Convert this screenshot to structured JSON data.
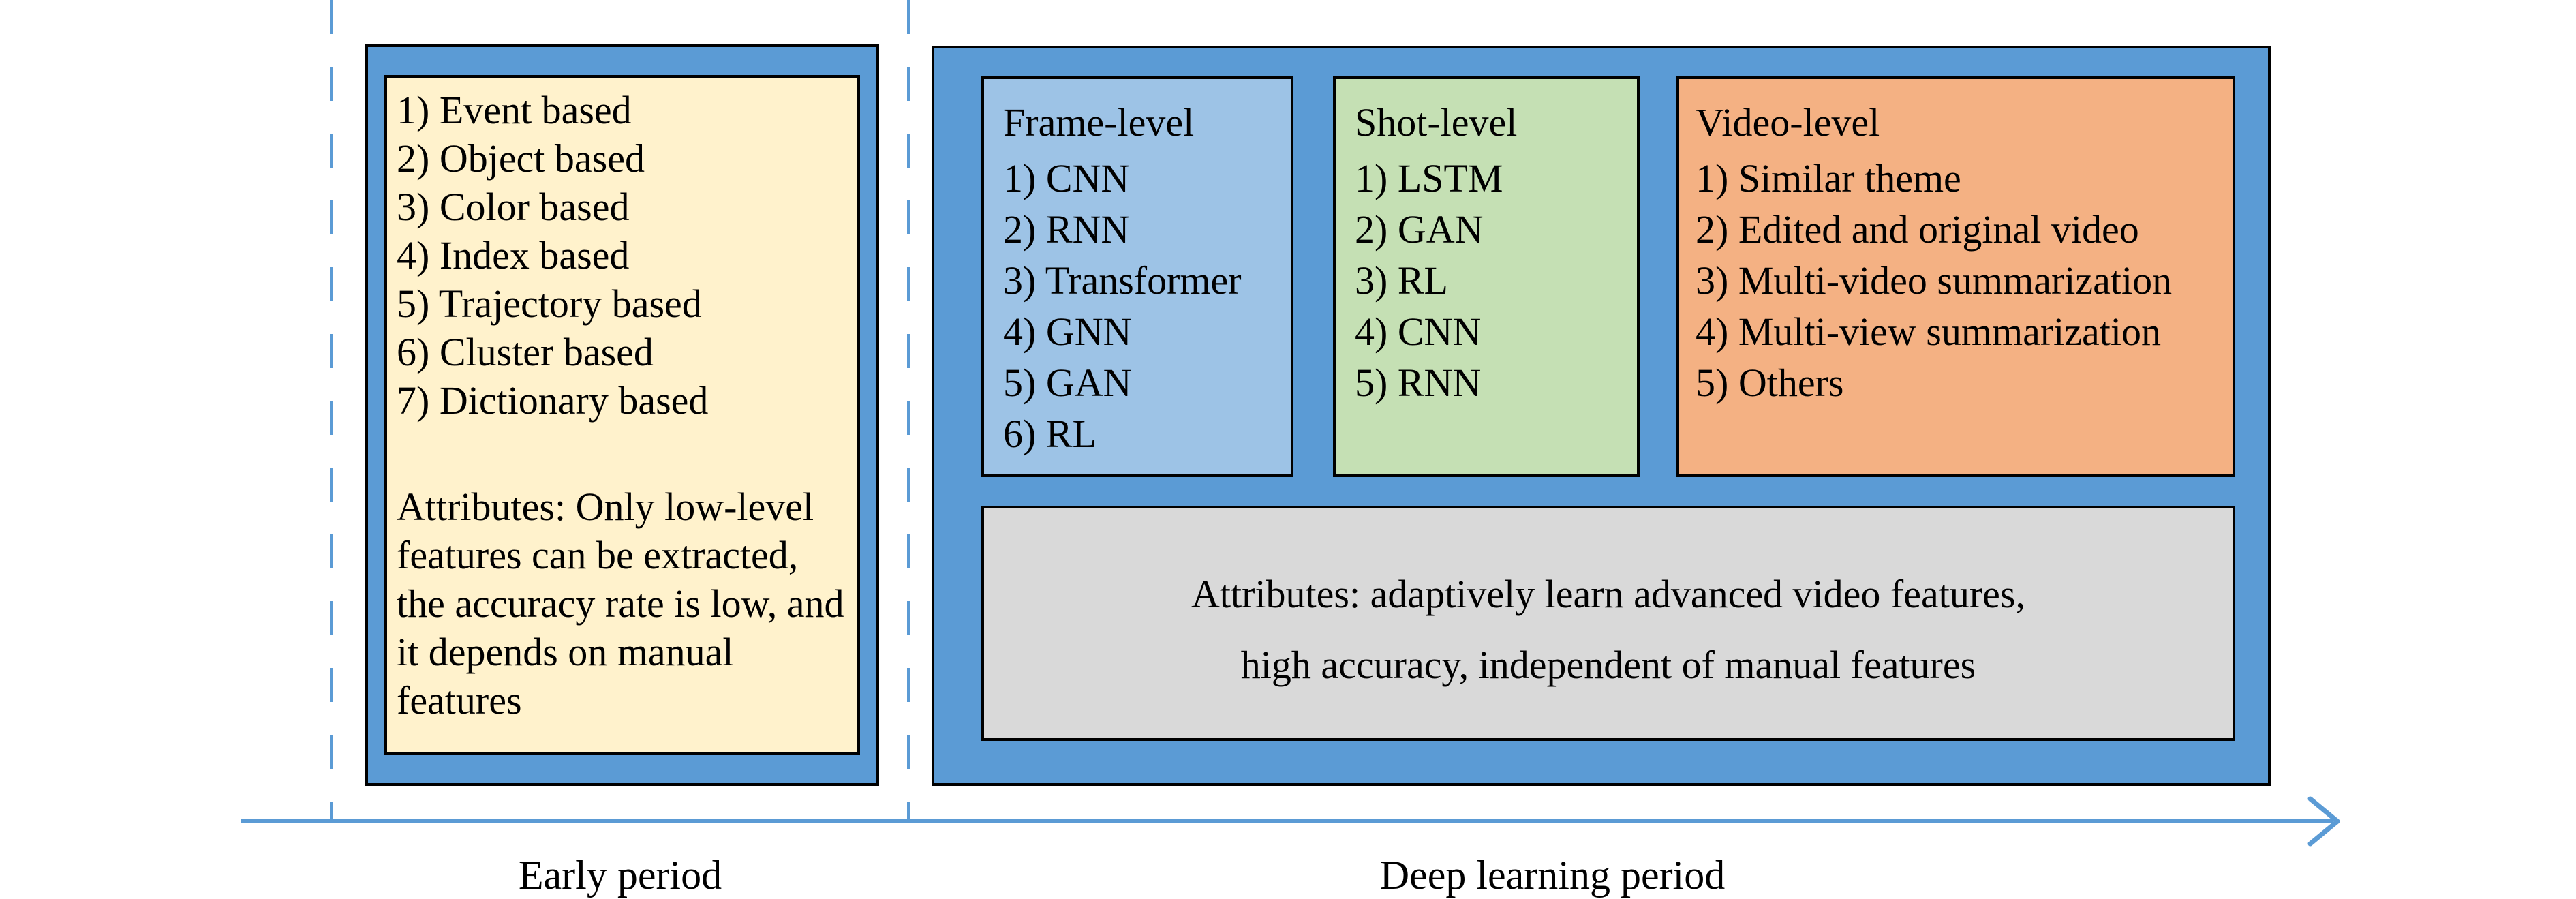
{
  "palette": {
    "timeline_blue": "#5B9BD5",
    "early_panel_cream": "#FFF2CC",
    "frame_panel_blue": "#9DC3E6",
    "shot_panel_green": "#C5E0B4",
    "video_panel_orange": "#F4B183",
    "attributes_panel_gray": "#D9D9D9",
    "border_black": "#000000"
  },
  "early": {
    "items": [
      "1) Event based",
      "2) Object based",
      "3) Color based",
      "4) Index based",
      "5) Trajectory based",
      "6) Cluster based",
      "7) Dictionary based"
    ],
    "attributes": "Attributes: Only low-level features can be extracted, the accuracy rate is low, and it depends on manual features"
  },
  "deep": {
    "frame": {
      "title": "Frame-level",
      "items": [
        "1) CNN",
        "2) RNN",
        "3) Transformer",
        "4) GNN",
        "5) GAN",
        "6) RL"
      ]
    },
    "shot": {
      "title": "Shot-level",
      "items": [
        "1) LSTM",
        "2) GAN",
        "3) RL",
        "4) CNN",
        "5) RNN"
      ]
    },
    "video": {
      "title": "Video-level",
      "items": [
        "1) Similar theme",
        "2) Edited and original video",
        "3) Multi-video summarization",
        "4) Multi-view summarization",
        "5) Others"
      ]
    },
    "attributes_line1": "Attributes: adaptively learn advanced video features,",
    "attributes_line2": "high accuracy, independent of manual features"
  },
  "axis": {
    "early_label": "Early period",
    "deep_label": "Deep learning period"
  }
}
